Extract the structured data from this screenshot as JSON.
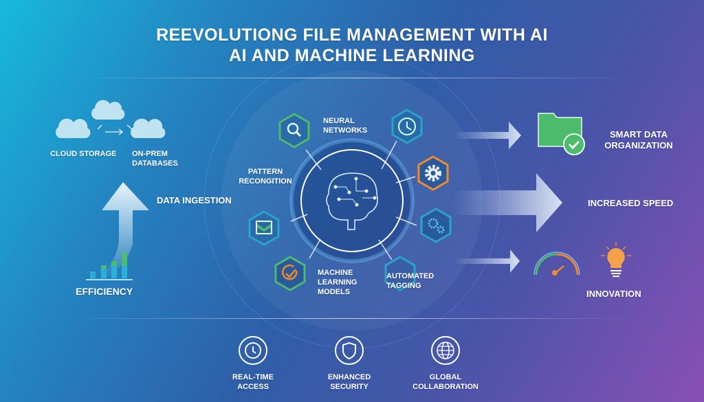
{
  "title": {
    "line1": "REEVOLUTIONG FILE MANAGEMENT WITH AI",
    "line2": "AI AND MACHINE LEARNING"
  },
  "sources": {
    "cloud_storage": "CLOUD STORAGE",
    "on_prem": "ON-PREM DATABASES"
  },
  "left": {
    "data_ingestion": "DATA INGESTION",
    "efficiency": "EFFICIENCY"
  },
  "hub": {
    "neural_networks": "NEURAL NETWORKS",
    "pattern_recognition": "PATTERN RECONGITION",
    "machine_learning_models": "MACHINE LEARNING MODELS",
    "automated_tagging": "AUTOMATED TAGGING"
  },
  "outcomes": {
    "smart_data": "SMART DATA ORGANIZATION",
    "speed": "INCREASED SPEED",
    "innovation": "INNOVATION"
  },
  "footer": {
    "realtime": "REAL-TIME ACCESS",
    "security": "ENHANCED SECURITY",
    "global": "GLOBAL COLLABORATION"
  },
  "colors": {
    "green": "#4cbb6c",
    "orange": "#f08a2c",
    "teal": "#2aa3c9"
  }
}
